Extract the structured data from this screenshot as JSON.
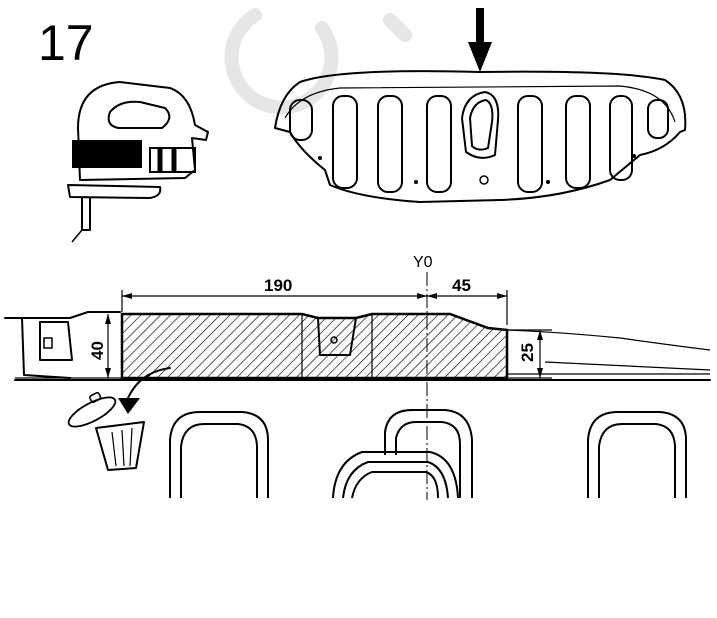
{
  "step": {
    "number": "17"
  },
  "dimensions": {
    "length_main": "190",
    "length_extra": "45",
    "height_left": "40",
    "height_right": "25",
    "axis_label": "Y0"
  },
  "icons": {
    "tool": "jigsaw-icon",
    "arrow": "down-arrow-icon",
    "part": "bumper-part-icon",
    "cut_section": "cut-section-icon",
    "discard": "trash-bin-icon"
  },
  "colors": {
    "line": "#000000",
    "watermark": "#e6e6e6",
    "background": "#ffffff"
  }
}
